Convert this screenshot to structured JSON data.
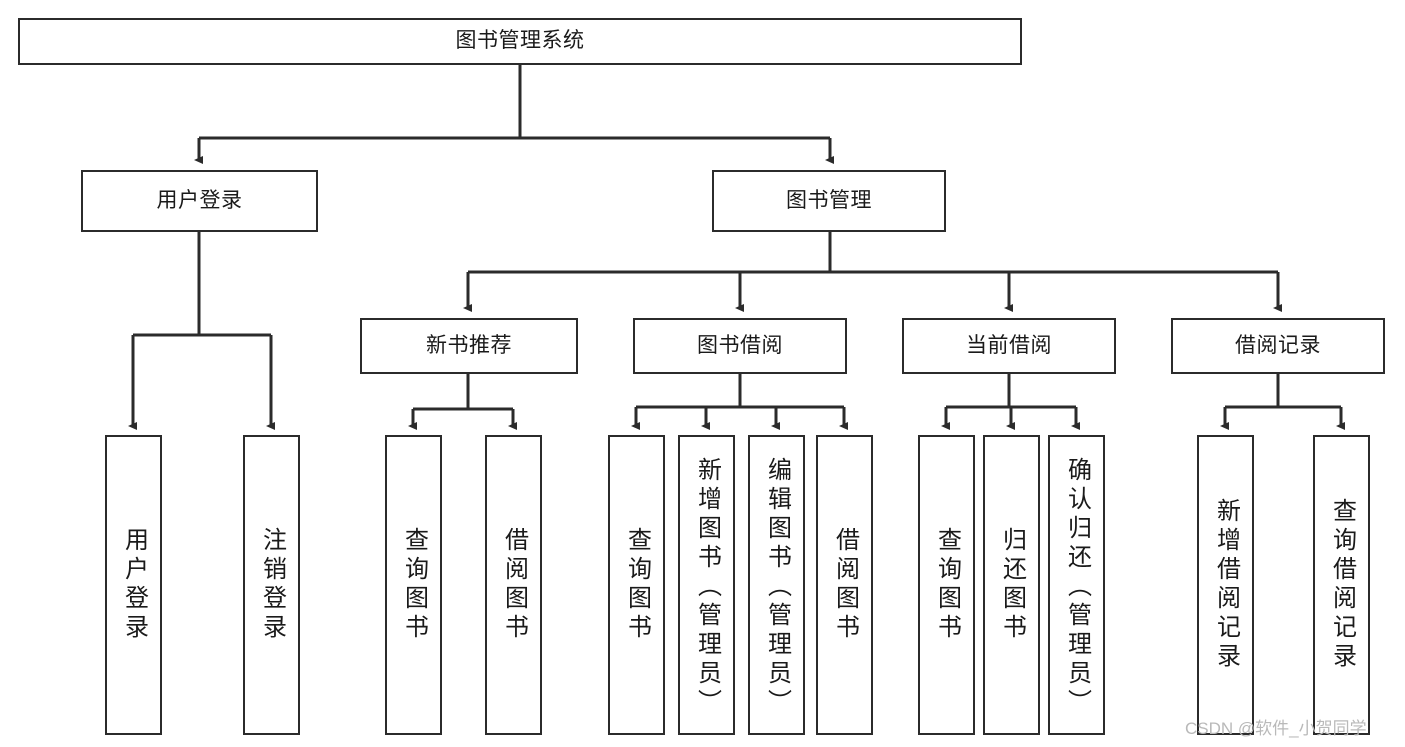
{
  "diagram": {
    "title": "图书管理系统",
    "type": "tree",
    "watermark": "CSDN @软件_小贺同学",
    "colors": {
      "stroke": "#2b2b2b",
      "fill": "#ffffff",
      "text": "#1a1a1a",
      "watermark": "#b9b9b9"
    },
    "nodes": {
      "root": {
        "label": "图书管理系统"
      },
      "level2": [
        {
          "label": "用户登录"
        },
        {
          "label": "图书管理"
        }
      ],
      "level3": [
        {
          "label": "新书推荐"
        },
        {
          "label": "图书借阅"
        },
        {
          "label": "当前借阅"
        },
        {
          "label": "借阅记录"
        }
      ],
      "leaves_user_login": [
        {
          "label": "用户登录"
        },
        {
          "label": "注销登录"
        }
      ],
      "leaves_new_book": [
        {
          "label": "查询图书"
        },
        {
          "label": "借阅图书"
        }
      ],
      "leaves_borrow": [
        {
          "label": "查询图书"
        },
        {
          "label": "新增图书（管理员）"
        },
        {
          "label": "编辑图书（管理员）"
        },
        {
          "label": "借阅图书"
        }
      ],
      "leaves_current": [
        {
          "label": "查询图书"
        },
        {
          "label": "归还图书"
        },
        {
          "label": "确认归还（管理员）"
        }
      ],
      "leaves_records": [
        {
          "label": "新增借阅记录"
        },
        {
          "label": "查询借阅记录"
        }
      ]
    }
  }
}
